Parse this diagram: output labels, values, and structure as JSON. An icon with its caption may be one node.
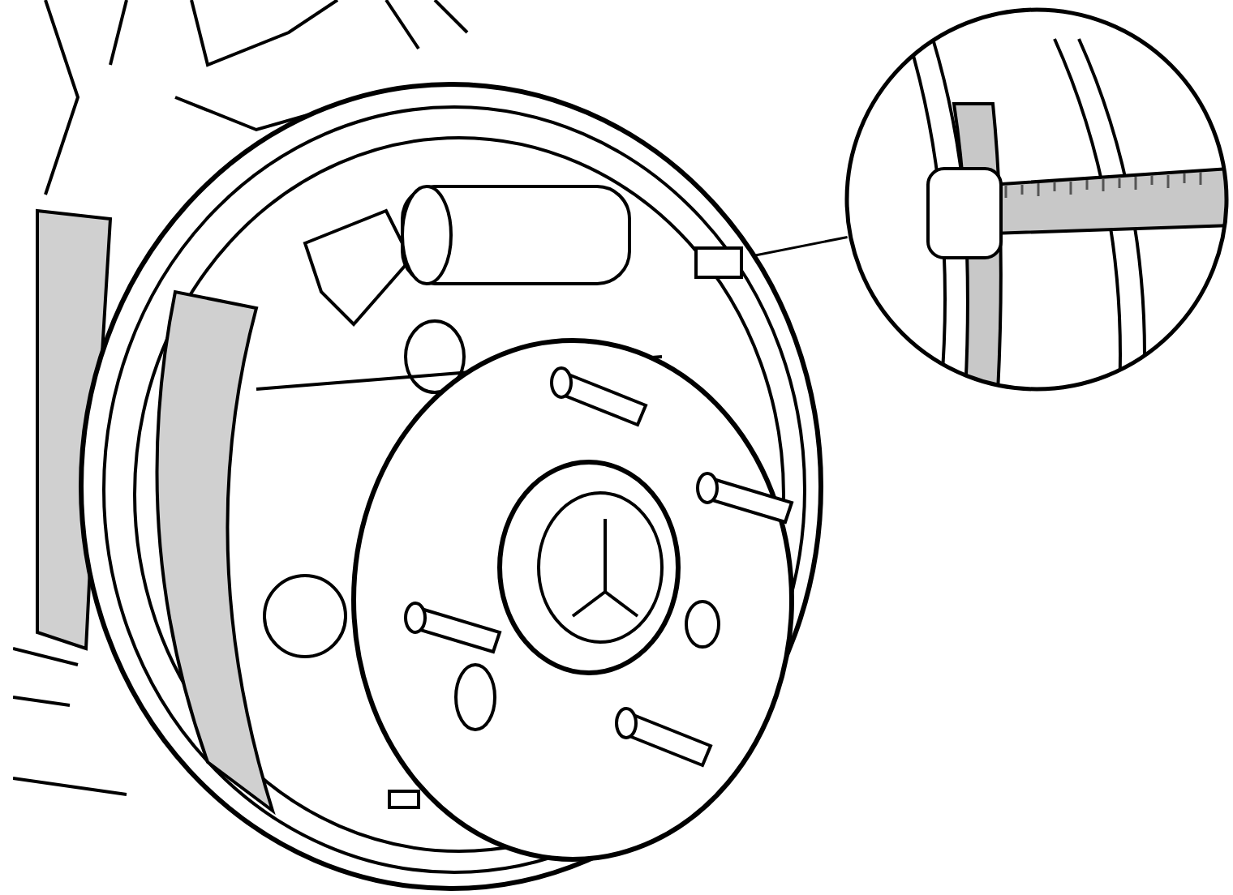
{
  "diagram": {
    "nodes": [
      {
        "text": [],
        "shape": "picture"
      },
      {
        "text": [],
        "shape": "box",
        "in": 0
      },
      {
        "text": [],
        "shape": "circle"
      }
    ],
    "edges": [
      {
        "from": 2,
        "to": 1,
        "arrow": "none"
      }
    ]
  }
}
